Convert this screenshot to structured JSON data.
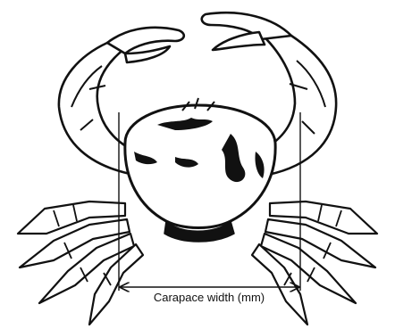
{
  "measurement": {
    "label": "Carapace width (mm)"
  },
  "illustration": {
    "subject": "crab",
    "style": "black-and-white line drawing"
  },
  "colors": {
    "ink": "#111111",
    "background": "#ffffff"
  }
}
